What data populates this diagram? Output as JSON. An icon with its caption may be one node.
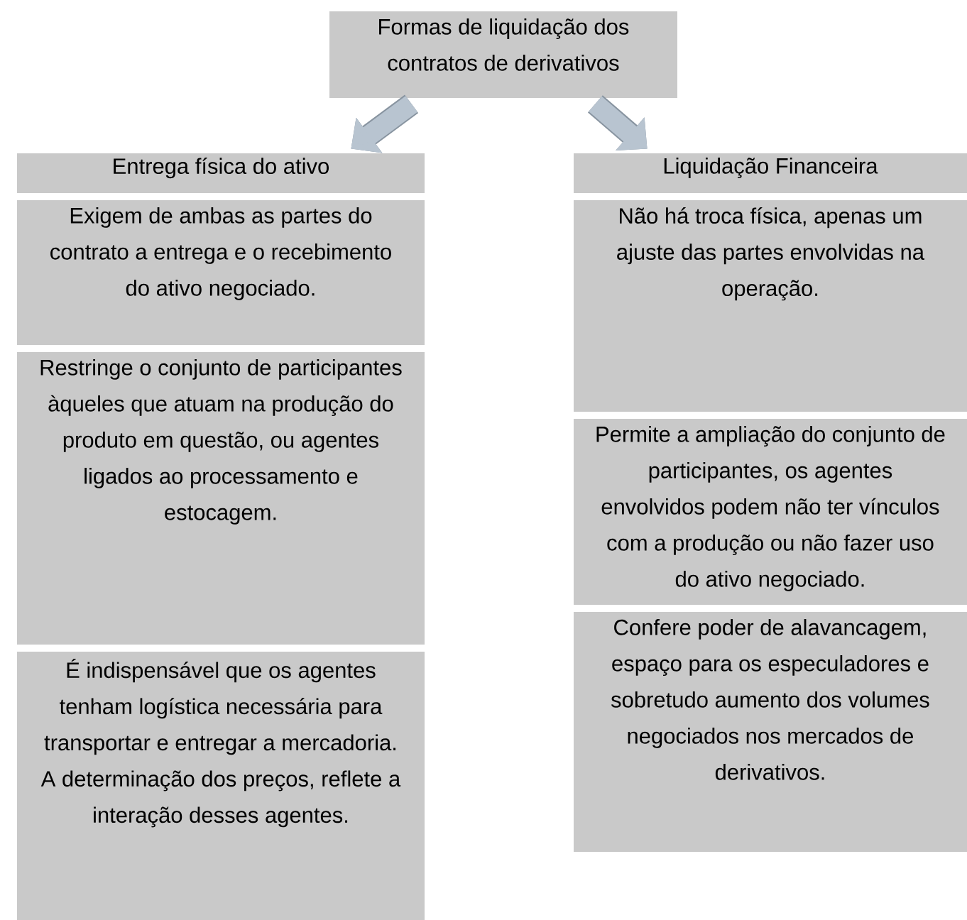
{
  "diagram": {
    "nodes": [
      {
        "text": [
          "Formas de liquidação dos contratos de derivativos"
        ]
      },
      {
        "text": [
          "Entrega física do ativo"
        ]
      },
      {
        "text": [
          "Exigem de ambas as partes do contrato a entrega e o recebimento do ativo negociado."
        ]
      },
      {
        "text": [
          "Restringe o conjunto de participantes àqueles que atuam na produção do produto em questão, ou agentes ligados ao processamento e estocagem."
        ]
      },
      {
        "text": [
          "É indispensável que os agentes tenham logística necessária para transportar e entregar a mercadoria. A determinação dos preços, reflete a interação desses agentes."
        ]
      },
      {
        "text": [
          "Liquidação Financeira"
        ]
      },
      {
        "text": [
          "Não há troca física, apenas um ajuste das partes envolvidas na operação."
        ]
      },
      {
        "text": [
          "Permite a ampliação do conjunto de participantes, os agentes envolvidos podem não ter vínculos com a produção ou não fazer uso do ativo negociado."
        ]
      },
      {
        "text": [
          "Confere poder de alavancagem, espaço para os especuladores e sobretudo aumento dos volumes negociados nos mercados de derivativos."
        ]
      }
    ],
    "edges": [
      {
        "from": 0,
        "to": 1,
        "arrow": "to"
      },
      {
        "from": 0,
        "to": 5,
        "arrow": "to"
      }
    ]
  }
}
